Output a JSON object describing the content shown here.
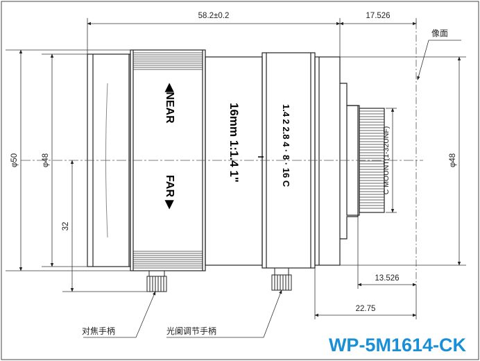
{
  "dimensions": {
    "overall_length": "58.2±0.2",
    "flange_to_image": "17.526",
    "image_plane": "像面",
    "outer_diameter": "φ50",
    "body_diameter": "φ48",
    "center_height": "32",
    "mount_diameter": "φ48",
    "mount_thread": "C MOUNT(1-32UNF)",
    "back_focus": "13.526",
    "rear_length": "22.75"
  },
  "lens_markings": {
    "near": "◀NEAR",
    "far": "FAR ▶",
    "focal": "16mm 1:1.4 1\"",
    "aperture_scale": "1.4 2 2.8  4 · 8 · 16  C"
  },
  "callouts": {
    "focus_handle": "对焦手柄",
    "iris_handle": "光阑调节手柄"
  },
  "model_number": "WP-5M1614-CK"
}
